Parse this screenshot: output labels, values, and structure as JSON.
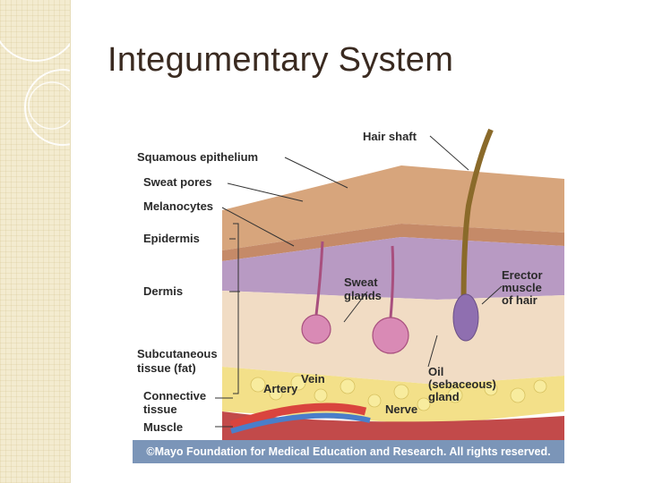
{
  "slide": {
    "title": "Integumentary System"
  },
  "diagram": {
    "labels": {
      "hair_shaft": "Hair shaft",
      "squamous_epithelium": "Squamous epithelium",
      "sweat_pores": "Sweat pores",
      "melanocytes": "Melanocytes",
      "epidermis": "Epidermis",
      "dermis": "Dermis",
      "sweat_glands_1": "Sweat",
      "sweat_glands_2": "glands",
      "erector_1": "Erector",
      "erector_2": "muscle",
      "erector_3": "of hair",
      "subcutaneous_1": "Subcutaneous",
      "subcutaneous_2": "tissue (fat)",
      "vein": "Vein",
      "artery": "Artery",
      "oil_1": "Oil",
      "oil_2": "(sebaceous)",
      "oil_3": "gland",
      "connective_1": "Connective",
      "connective_2": "tissue",
      "nerve": "Nerve",
      "muscle": "Muscle"
    },
    "credit": "©Mayo Foundation for Medical Education and Research. All rights reserved."
  }
}
